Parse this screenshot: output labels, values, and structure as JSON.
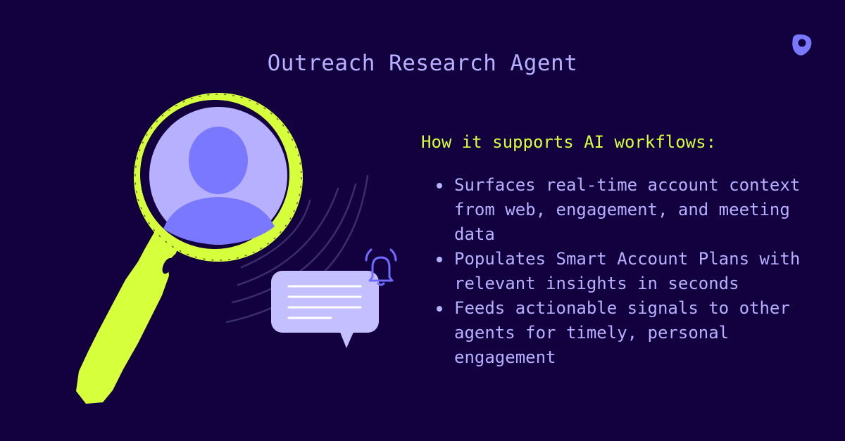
{
  "title": "Outreach Research Agent",
  "subtitle": "How it supports AI workflows:",
  "bullets": [
    "Surfaces real-time account context from web, engagement, and meeting data",
    "Populates Smart Account Plans with relevant insights in seconds",
    "Feeds actionable signals to other agents for timely, personal engagement"
  ],
  "icons": {
    "logo": "outreach-logo-icon",
    "magnifier": "magnifying-glass-icon",
    "person": "person-silhouette-icon",
    "message": "chat-bubble-icon",
    "bell": "notification-bell-icon"
  },
  "colors": {
    "background": "#13003f",
    "accent_lime": "#d6ff3c",
    "lavender": "#b6b0ff",
    "periwinkle": "#7a78ff",
    "bubble": "#c4c0ff"
  }
}
